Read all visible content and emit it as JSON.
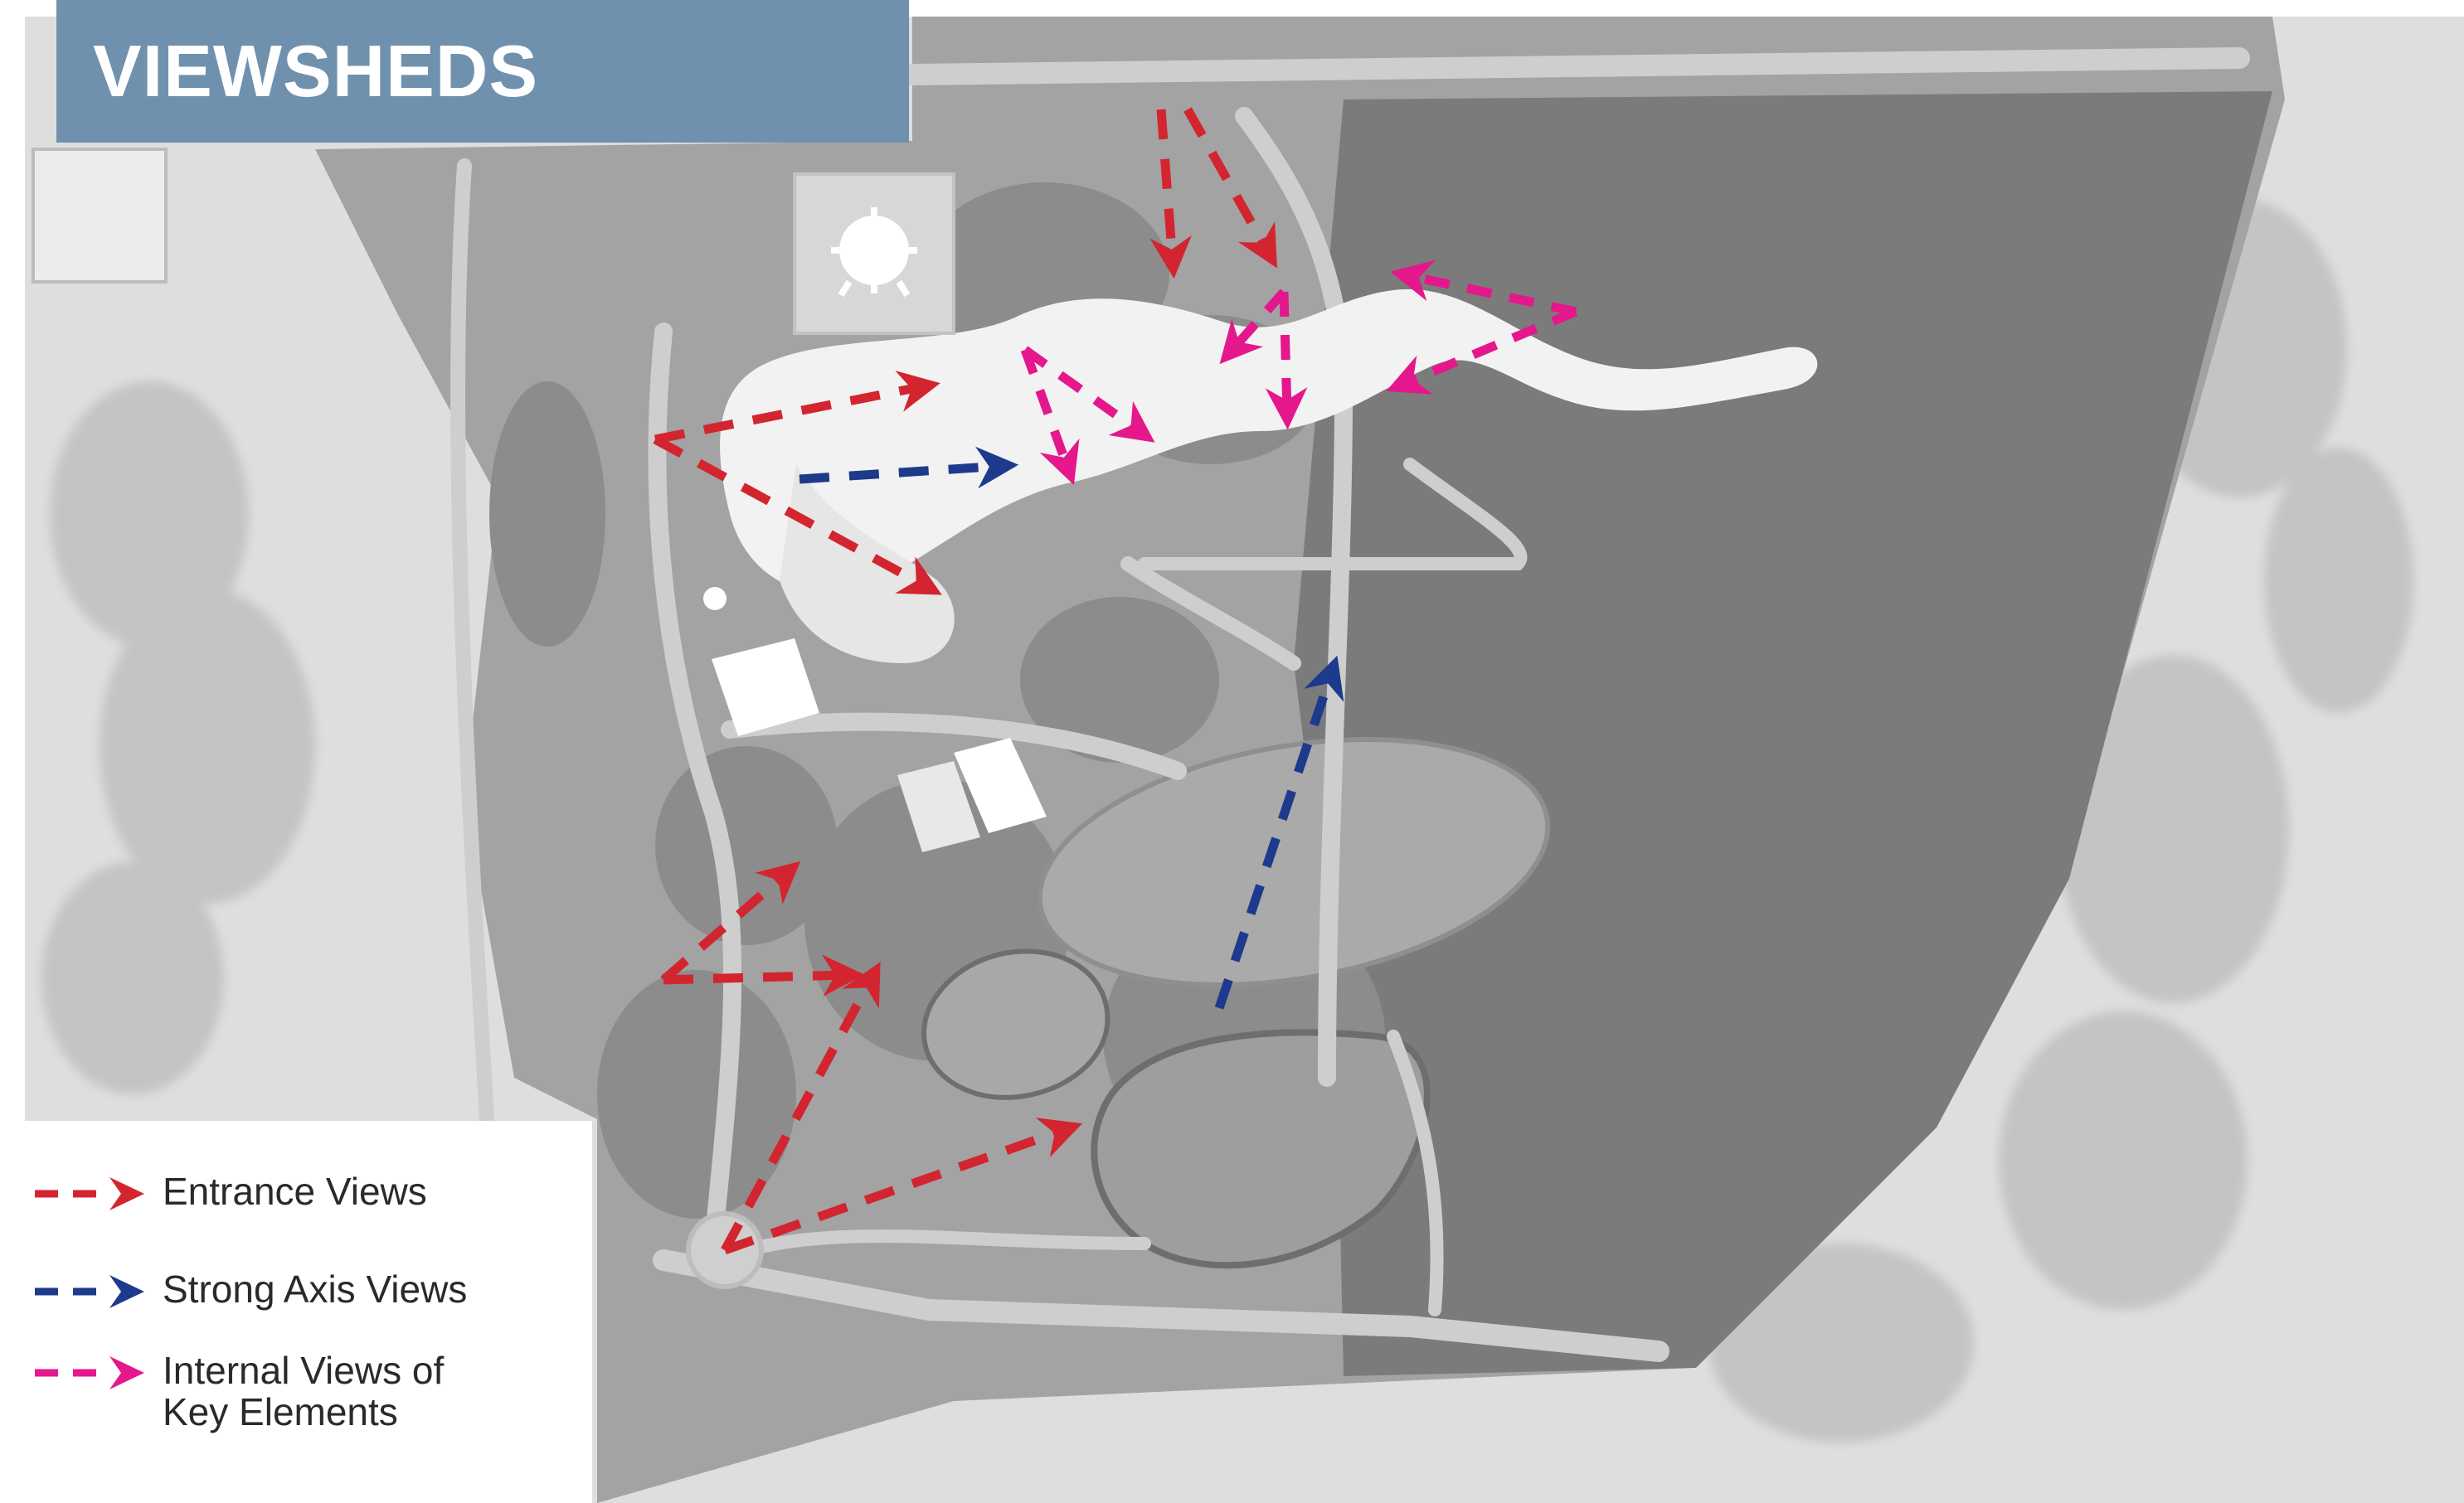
{
  "title": "VIEWSHEDS",
  "legend": {
    "entrance": "Entrance Views",
    "axis": "Strong Axis Views",
    "internal_line1": "Internal Views of",
    "internal_line2": "Key Elements"
  },
  "colors": {
    "entrance": "#d3252f",
    "axis": "#1e3a8c",
    "internal": "#e5178c",
    "title_bg": "#7091ae",
    "park_dark": "#7f7f7f",
    "park_mid": "#9b9b9b",
    "surround": "#d9d9d9",
    "path": "#cfcfcf"
  },
  "icons": [
    "dashed-arrow-icon"
  ]
}
